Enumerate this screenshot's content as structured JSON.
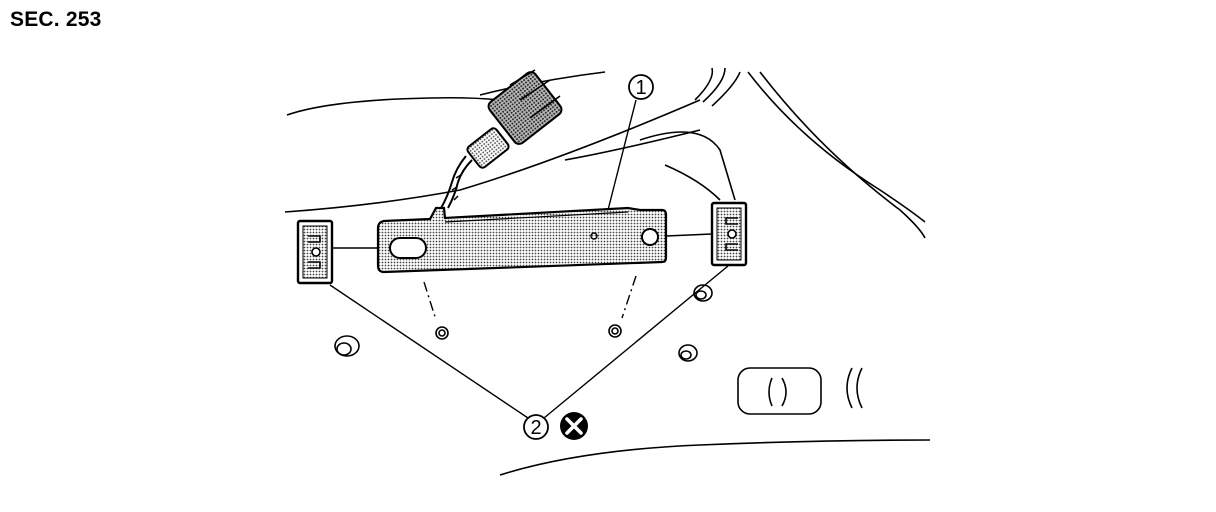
{
  "header": {
    "section": "SEC. 253"
  },
  "callouts": [
    {
      "id": "1",
      "label": "1"
    },
    {
      "id": "2",
      "label": "2"
    }
  ],
  "icons": {
    "do_not_reuse": "x-circle-icon"
  }
}
